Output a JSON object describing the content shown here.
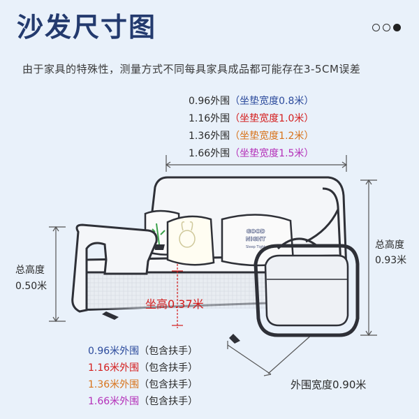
{
  "header": {
    "title": "沙发尺寸图",
    "carousel_dots": [
      false,
      false,
      true
    ]
  },
  "note": "由于家具的特殊性，测量方式不同每具家具成品都可能存在3-5CM误差",
  "width_specs": [
    {
      "girth": "0.96外围",
      "seat": "（坐垫宽度0.8米）",
      "color": "#2b4a9c"
    },
    {
      "girth": "1.16外围",
      "seat": "（坐垫宽度1.0米）",
      "color": "#d41c1c"
    },
    {
      "girth": "1.36外围",
      "seat": "（坐垫宽度1.2米）",
      "color": "#d8731a"
    },
    {
      "girth": "1.66外围",
      "seat": "（坐垫宽度1.5米）",
      "color": "#b42fb8"
    }
  ],
  "outer_specs": [
    {
      "girth": "0.96米外围",
      "note": "（包含扶手）",
      "color": "#2b4a9c"
    },
    {
      "girth": "1.16米外围",
      "note": "（包含扶手）",
      "color": "#d41c1c"
    },
    {
      "girth": "1.36米外围",
      "note": "（包含扶手）",
      "color": "#d8731a"
    },
    {
      "girth": "1.66米外围",
      "note": "（包含扶手）",
      "color": "#b42fb8"
    }
  ],
  "left_height": {
    "label": "总高度",
    "value": "0.50米"
  },
  "right_height": {
    "label": "总高度",
    "value": "0.93米"
  },
  "seat_height": "坐高0.37米",
  "depth": "外围宽度0.90米",
  "pillows": {
    "logo_line1": "GOOD",
    "logo_line2": "NIGHT",
    "logo_line3": "Sleep Tight"
  }
}
